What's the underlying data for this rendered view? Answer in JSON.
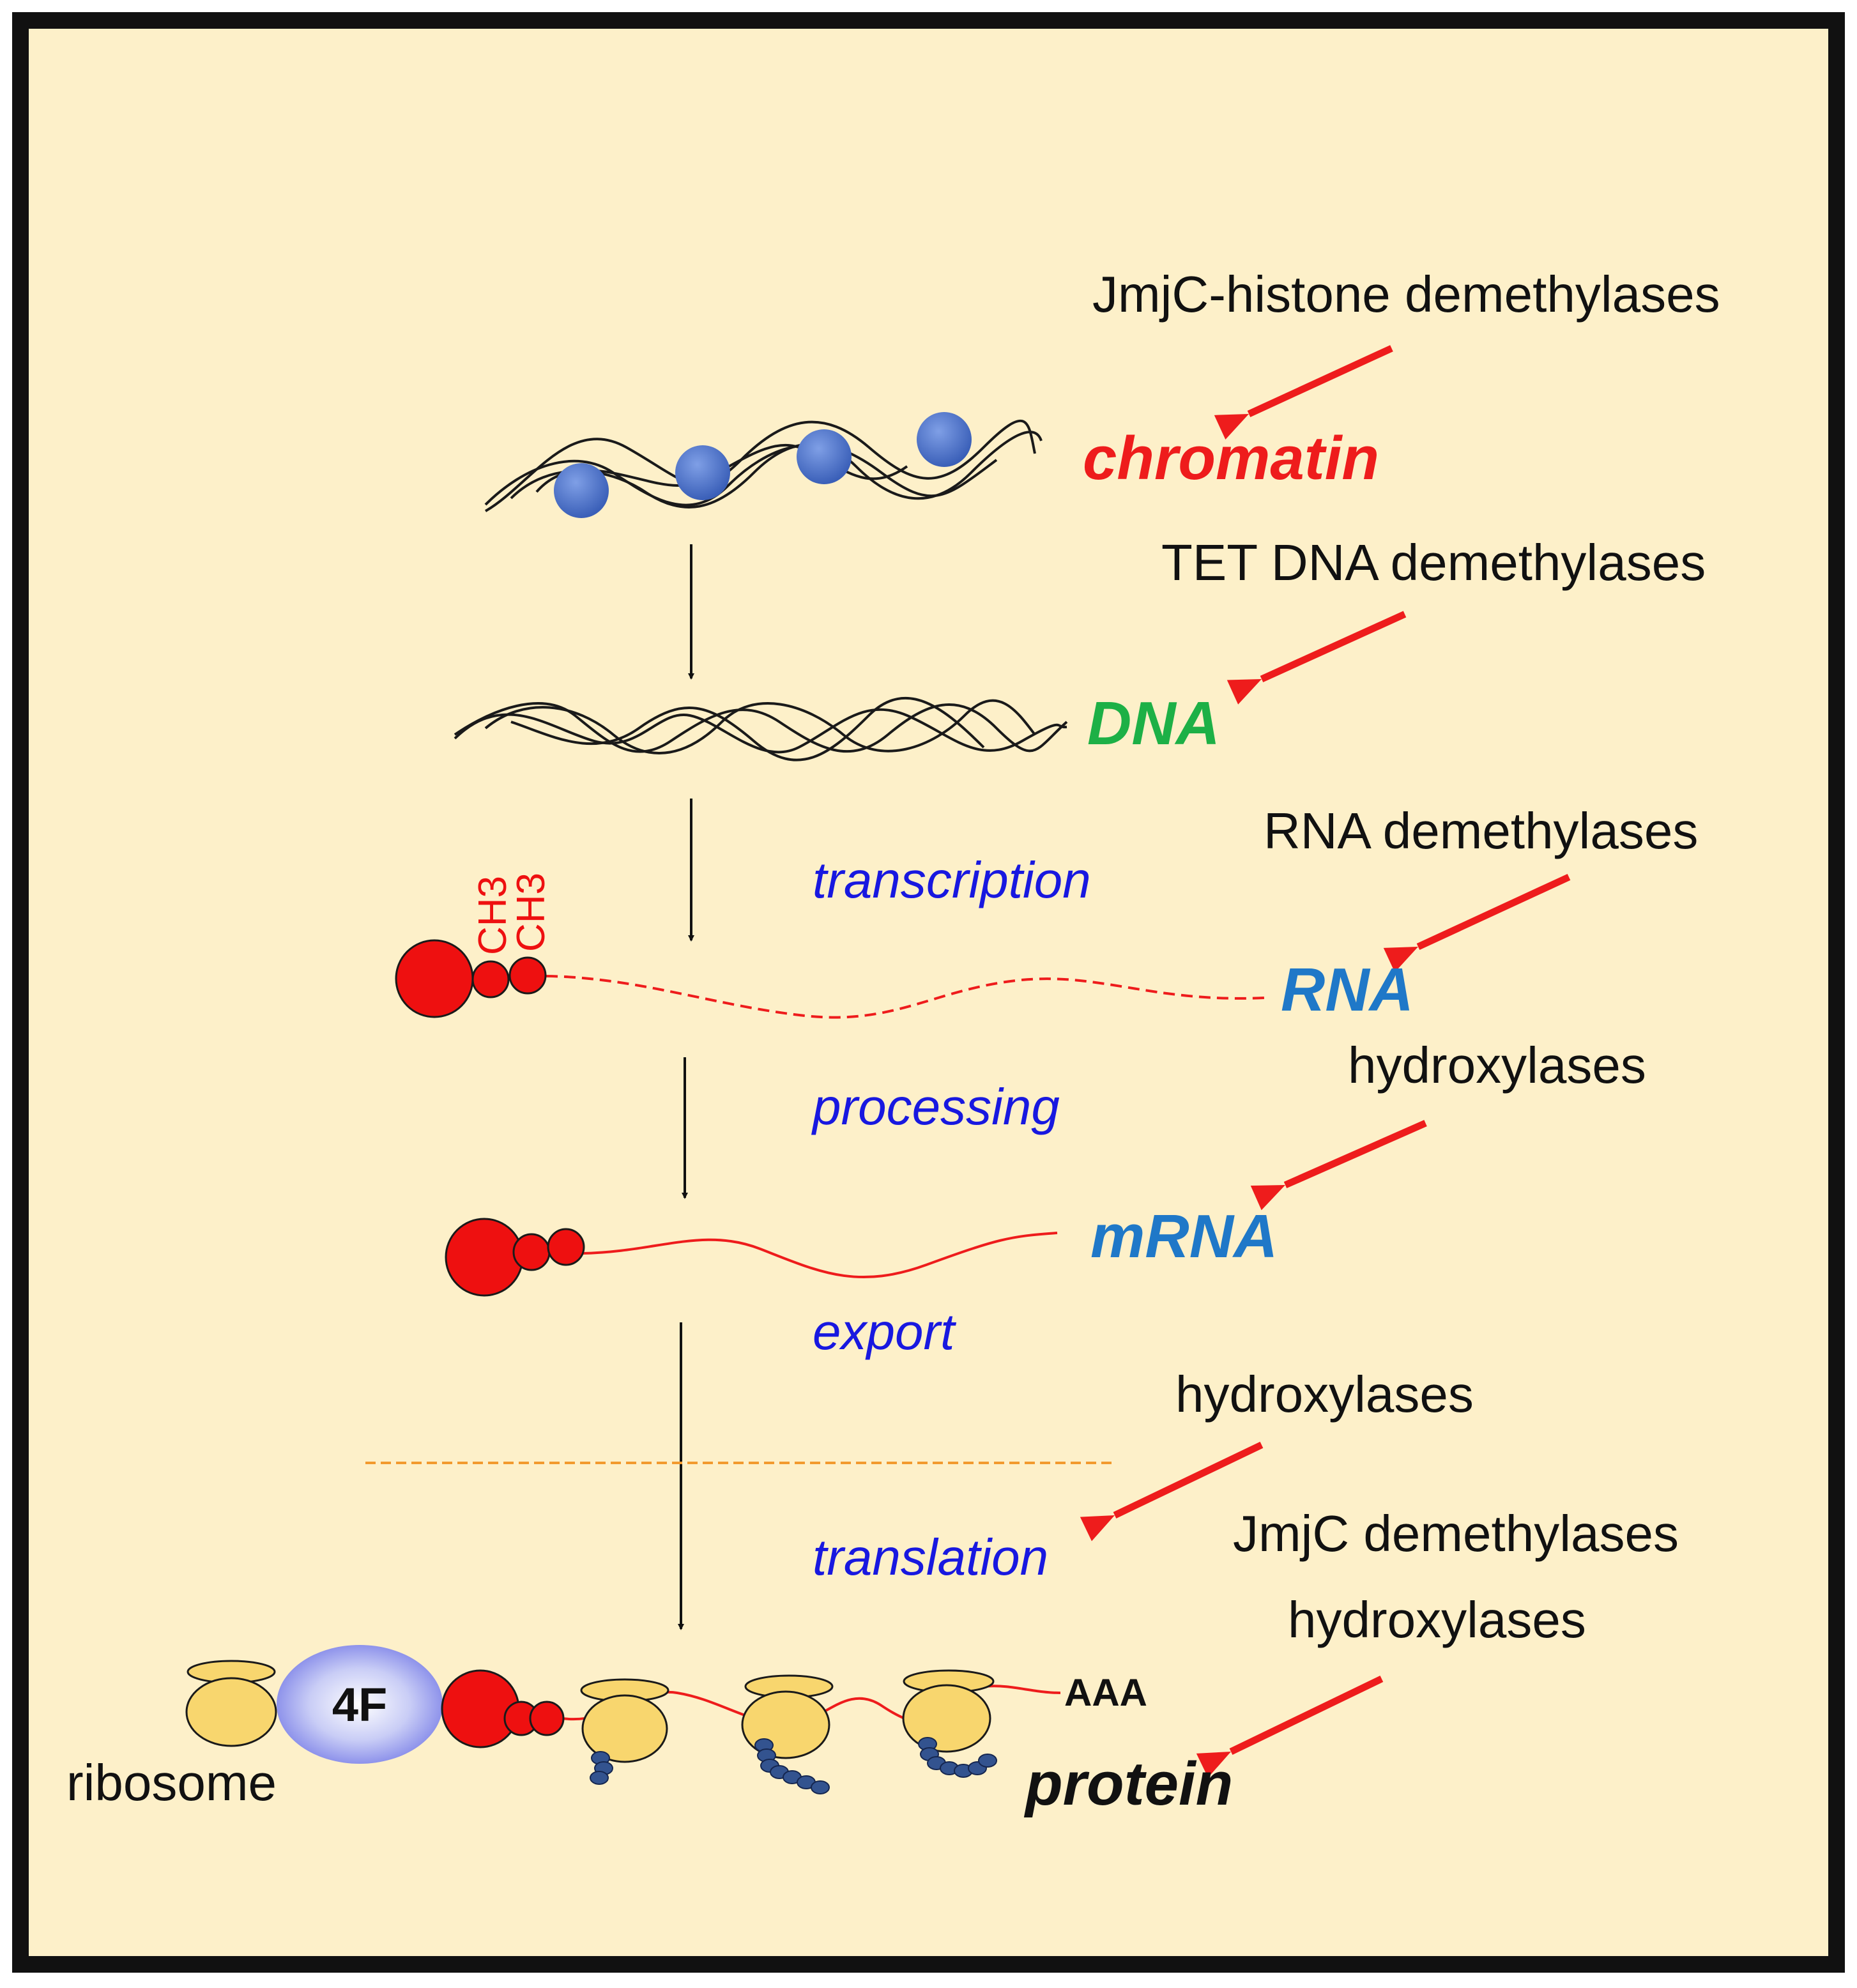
{
  "colors": {
    "background": "#fdf0c9",
    "frame": "#111111",
    "enzyme_arrow": "#ee1c1c",
    "process_text": "#1818e0",
    "chromatin_text": "#ee1c1c",
    "dna_text": "#1db046",
    "rna_text": "#1f78c8",
    "nucleosome": "#4a72c8",
    "cap": "#ee1010",
    "ribosome": "#f8d66e",
    "peptide": "#33538f",
    "membrane": "#f29a2e"
  },
  "enzymes": {
    "jmjc_histone": "JmjC-histone demethylases",
    "tet_dna": "TET DNA demethylases",
    "rna_demethylases": "RNA demethylases",
    "hydroxylases_mrna": "hydroxylases",
    "hydroxylases_translation": "hydroxylases",
    "jmjc_demethylases": "JmjC demethylases",
    "hydroxylases_protein": "hydroxylases"
  },
  "molecules": {
    "chromatin": "chromatin",
    "dna": "DNA",
    "rna": "RNA",
    "mrna": "mRNA",
    "protein": "protein"
  },
  "processes": {
    "transcription": "transcription",
    "processing": "processing",
    "export": "export",
    "translation": "translation"
  },
  "methyl_labels": [
    "CH3",
    "CH3"
  ],
  "factor_label": "4F",
  "poly_a_label": "AAA",
  "ribosome_label": "ribosome"
}
